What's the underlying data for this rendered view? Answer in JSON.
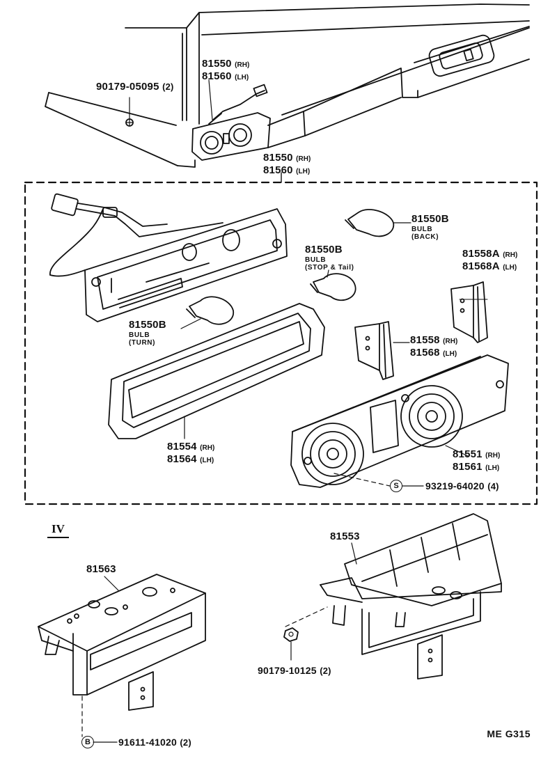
{
  "callouts": {
    "clip_top": {
      "part": "90179-05095",
      "qty": "(2)"
    },
    "lamp_top": {
      "rh_part": "81550",
      "rh_side": "(RH)",
      "lh_part": "81560",
      "lh_side": "(LH)"
    },
    "lamp_assy": {
      "rh_part": "81550",
      "rh_side": "(RH)",
      "lh_part": "81560",
      "lh_side": "(LH)"
    },
    "bulb_back": {
      "part": "81550B",
      "line1": "BULB",
      "line2": "(BACK)"
    },
    "bulb_stop": {
      "part": "81550B",
      "line1": "BULB",
      "line2": "(STOP & Tail)"
    },
    "bulb_turn": {
      "part": "81550B",
      "line1": "BULB",
      "line2": "(TURN)"
    },
    "reflector_a": {
      "rh_part": "81558A",
      "rh_side": "(RH)",
      "lh_part": "81568A",
      "lh_side": "(LH)"
    },
    "reflector": {
      "rh_part": "81558",
      "rh_side": "(RH)",
      "lh_part": "81568",
      "lh_side": "(LH)"
    },
    "gasket": {
      "rh_part": "81554",
      "rh_side": "(RH)",
      "lh_part": "81564",
      "lh_side": "(LH)"
    },
    "lens": {
      "rh_part": "81551",
      "rh_side": "(RH)",
      "lh_part": "81561",
      "lh_side": "(LH)"
    },
    "screw": {
      "symbol": "S",
      "part": "93219-64020",
      "qty": "(4)"
    },
    "section": "IV",
    "bracket_left": {
      "part": "81563"
    },
    "bracket_right": {
      "part": "81553"
    },
    "nut": {
      "part": "90179-10125",
      "qty": "(2)"
    },
    "bolt": {
      "symbol": "B",
      "part": "91611-41020",
      "qty": "(2)"
    }
  },
  "diagram_code": "ME  G315"
}
